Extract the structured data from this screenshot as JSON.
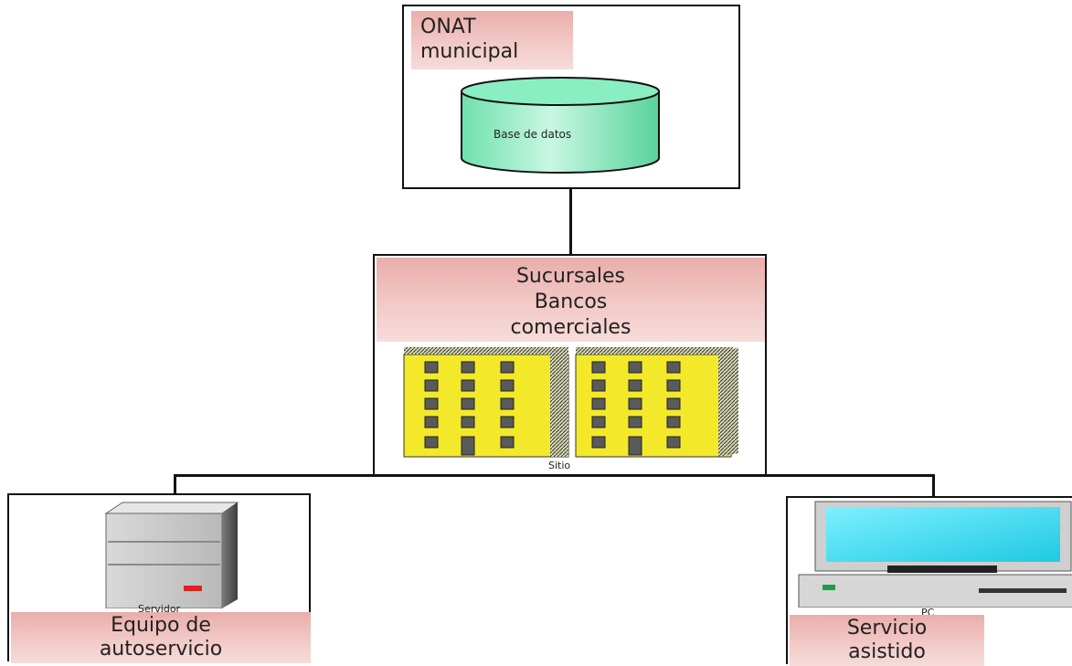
{
  "top_node": {
    "title": "ONAT\nmunicipal",
    "db_label": "Base de datos"
  },
  "middle_node": {
    "title": "Sucursales\nBancos\ncomerciales",
    "site_label": "Sitio"
  },
  "left_node": {
    "device_label": "Servidor",
    "title": "Equipo de\nautoservicio"
  },
  "right_node": {
    "device_label": "PC",
    "title": "Servicio\nasistido"
  },
  "colors": {
    "label_fill": "#eebcb9",
    "cylinder_fill": "#7ee8b8",
    "building_fill": "#f3e92a",
    "monitor_screen": "#29d8ec"
  }
}
